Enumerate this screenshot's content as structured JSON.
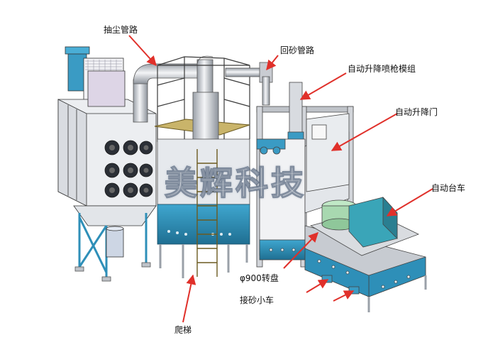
{
  "labels": {
    "dust_pipe": "抽尘管路",
    "sand_return_pipe": "回砂管路",
    "auto_lift_gun_module": "自动升降喷枪模组",
    "auto_lift_door": "自动升降门",
    "auto_trolley": "自动台车",
    "turntable": "φ900转盘",
    "sand_cart": "接砂小车",
    "ladder": "爬梯"
  },
  "watermark": "美辉科技",
  "colors": {
    "accent_blue": "#2e8fb8",
    "callout_red": "#e0302a",
    "frame_gray": "#bfc3c9",
    "panel_light": "#e9ecef",
    "pink_box": "#ddd5e6"
  }
}
